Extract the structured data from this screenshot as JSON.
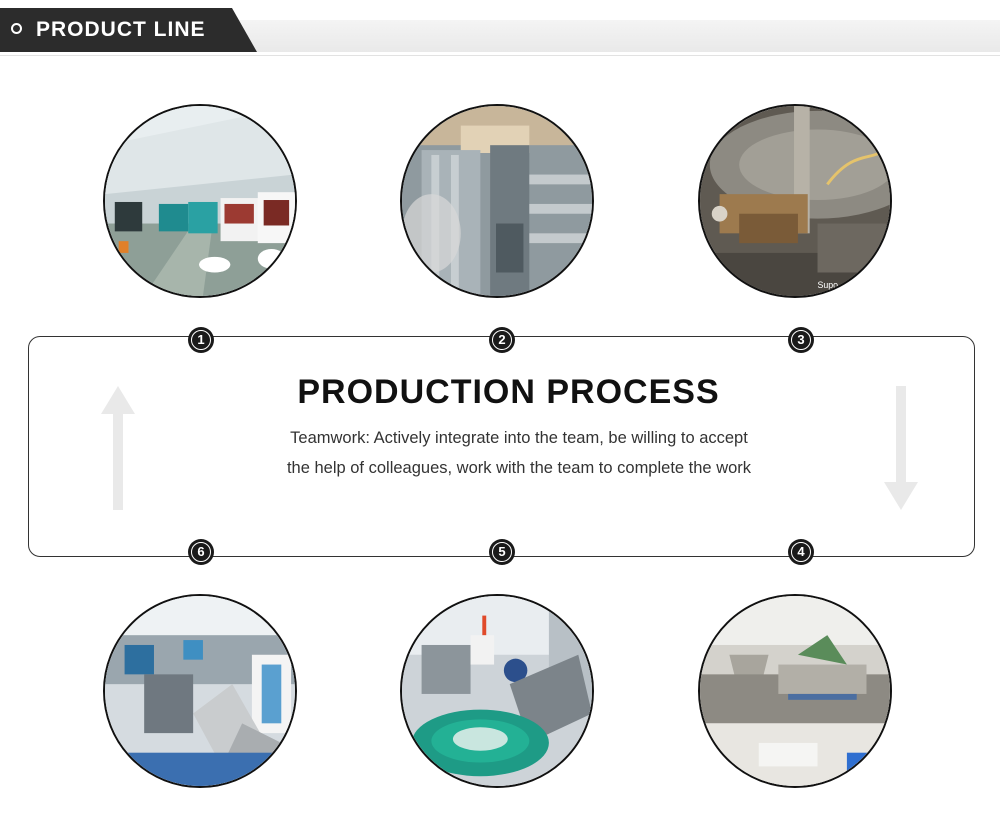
{
  "header": {
    "title": "PRODUCT LINE"
  },
  "process": {
    "title": "PRODUCTION PROCESS",
    "description": "Teamwork: Actively integrate into the team, be willing to accept the help of colleagues, work with the team to complete the work"
  },
  "steps": [
    {
      "number": "1"
    },
    {
      "number": "2"
    },
    {
      "number": "3"
    },
    {
      "number": "4"
    },
    {
      "number": "5"
    },
    {
      "number": "6"
    }
  ],
  "photos": [
    {
      "watermark": ""
    },
    {
      "watermark": ""
    },
    {
      "watermark": "Supo"
    },
    {
      "watermark": ""
    },
    {
      "watermark": ""
    },
    {
      "watermark": ""
    }
  ],
  "colors": {
    "banner": "#2c2c2c",
    "badge": "#1a1a1a",
    "arrow": "#e8e8e8"
  }
}
